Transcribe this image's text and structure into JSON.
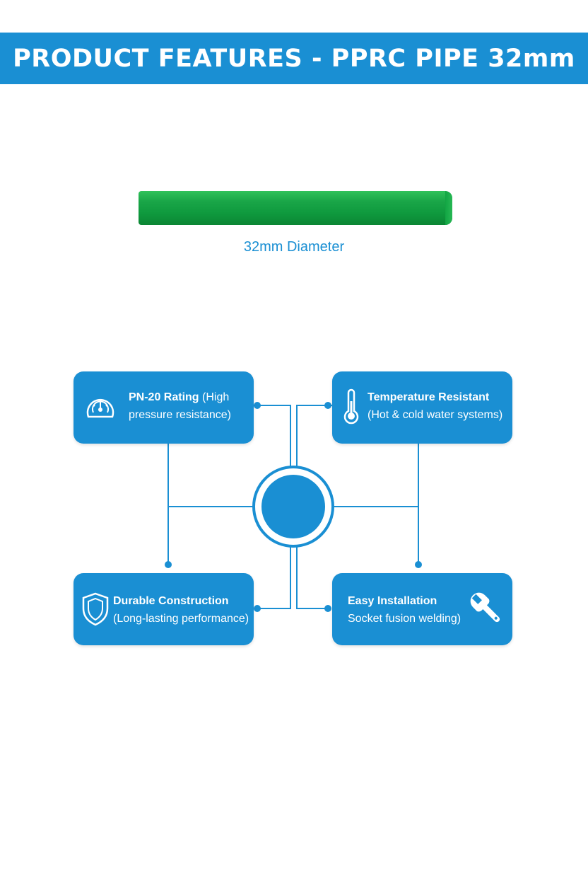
{
  "header": {
    "title": "PRODUCT FEATURES - PPRC PIPE 32mm"
  },
  "product": {
    "caption": "32mm Diameter",
    "pipe_color": "#1aa648"
  },
  "colors": {
    "brand_blue": "#1a8fd3",
    "pipe_green": "#1aa648",
    "background": "#ffffff"
  },
  "features": [
    {
      "title": "PN-20 Rating",
      "desc_inline": "(High",
      "desc": "pressure resistance)",
      "icon": "pressure-gauge-icon"
    },
    {
      "title": "Temperature Resistant",
      "desc": "(Hot & cold water systems)",
      "icon": "thermometer-icon"
    },
    {
      "title": "Durable Construction",
      "desc": "(Long-lasting performance)",
      "icon": "shield-icon"
    },
    {
      "title": "Easy Installation",
      "desc": "Socket fusion welding)",
      "icon": "wrench-icon"
    }
  ]
}
